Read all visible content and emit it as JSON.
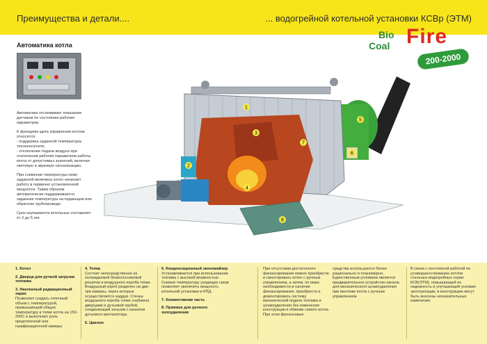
{
  "header": {
    "left": "Преимущества и детали....",
    "right": "... водогрейной котельной установки КСВр (ЭТМ)"
  },
  "logo": {
    "bio": "Bio",
    "coal": "Coal",
    "fire": "Fire",
    "range": "200-2000"
  },
  "section": {
    "title": "Автоматика котла",
    "paragraphs": [
      "Автоматика отслеживает показания датчиков по состоянию рабочих параметров.",
      "К функциям щита управления котлом относятся:\n- поддержка заданной температуры теплоносителя;\n- отключение подачи воздуха при отключении рабочих параметров работы котла от допустимых значений, включая световую и звуковую сигнализацию.",
      "При снижении температуры ниже заданной величины котел начинает работу в первично установленной мощности. Таким образом автоматически поддерживается заданная температура на подающем или обратном трубопроводе.",
      "Срок окупаемости котельных составляет от 2 до 5 лет."
    ]
  },
  "diagram": {
    "labels": [
      "1",
      "2",
      "3",
      "4",
      "5",
      "6",
      "7",
      "8"
    ]
  },
  "bottom": {
    "col1": [
      {
        "h": "1. Котел",
        "t": ""
      },
      {
        "h": "2. Дверца для ручной загрузки топлива",
        "t": ""
      },
      {
        "h": "3. Наклонный радиационный экран",
        "t": "Позволяет создать топочный объем с температурой, превышающей общую температуру в топке котла на 150-200С и выполняет роль предтопочной или газификационной камеры"
      }
    ],
    "col2": [
      {
        "h": "4. Топка",
        "t": "Состоит непосредственно из охлаждаемой безколосниковой решетки и воздушного короба топки. Воздушный короб разделен на две-три камеры, через которые осуществляется наддув. Стенка воздушного короба топки снабжена дверцами и дутьевой трубой, соединяющей зольник с каналом дутьевого вентилятора."
      },
      {
        "h": "5. Циклон",
        "t": ""
      }
    ],
    "col3": [
      {
        "h": "6. Конденсационный экономайзер",
        "t": "Устанавливается при использовании топлива с высокой влажностью. Снижая температуру уходящих газов позволяет увеличить мощность котельной установки и КПД."
      },
      {
        "h": "7. Конвективная часть",
        "t": ""
      },
      {
        "h": "8. Приямок для ручного золоудаления",
        "t": ""
      }
    ],
    "col4": "При отсутствии достаточного финансирования можно приобрести и смонтировать котел с ручным управлением, а затем, по мере необходимости и наличия финансирования, приобрести и домонтировать систему механической подачи топлива и шлакоудаления без изменения конструкции и обвязки самого котла. При этом финансовые",
    "col5": "средства используются более рационально и планомерно. Единственным условием является предварительное устройство канала для механического шлакоудаления при монтаже котла с ручным управлением.",
    "col6": "В связи с постоянной работой по усовершенствованию котлов стальных водогрейных серии КСВ(ЭТМ), повышающей их надежность и улучшающей условия эксплуатации, в конструкцию могут быть внесены незначительные изменения."
  }
}
